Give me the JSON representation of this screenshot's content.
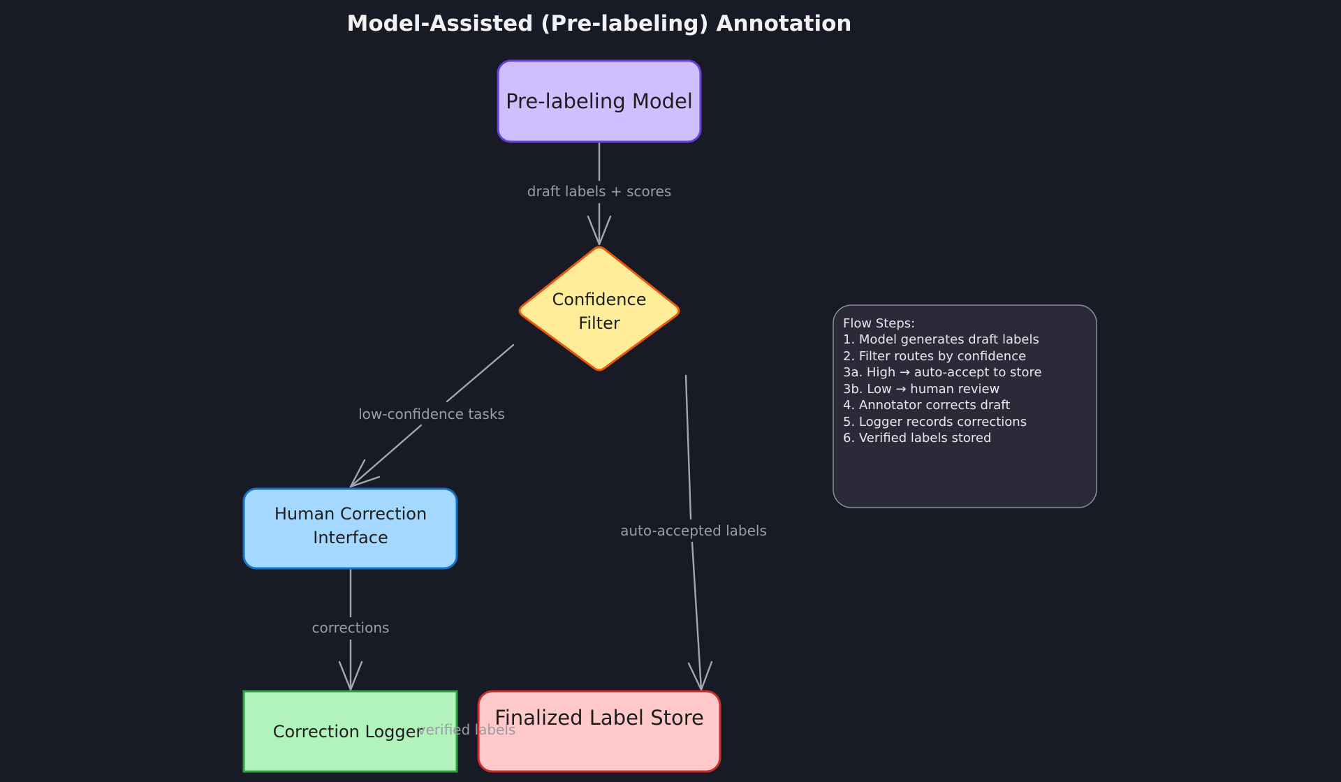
{
  "title": "Model-Assisted (Pre-labeling) Annotation",
  "nodes": {
    "prelabel_model": {
      "label": "Pre-labeling Model",
      "fill": "#d0bfff",
      "stroke": "#6741d9"
    },
    "confidence_filter": {
      "line1": "Confidence",
      "line2": "Filter",
      "fill": "#ffec99",
      "stroke": "#e8590c"
    },
    "human_correction": {
      "line1": "Human Correction",
      "line2": "Interface",
      "fill": "#a5d8ff",
      "stroke": "#1971c2"
    },
    "correction_logger": {
      "label": "Correction Logger",
      "fill": "#b2f2bb",
      "stroke": "#2f9e44"
    },
    "label_store": {
      "label": "Finalized Label Store",
      "fill": "#ffc9c9",
      "stroke": "#c92a2a"
    }
  },
  "edges": {
    "draft": "draft labels + scores",
    "low_conf": "low-confidence tasks",
    "auto_accepted": "auto-accepted labels",
    "corrections": "corrections",
    "verified": "verified labels"
  },
  "notes": {
    "heading": "Flow Steps:",
    "steps": [
      "1. Model generates draft labels",
      "2. Filter routes by confidence",
      "3a. High → auto-accept to store",
      "3b. Low → human review",
      "4. Annotator corrects draft",
      "5. Logger records corrections",
      "6. Verified labels stored"
    ]
  }
}
